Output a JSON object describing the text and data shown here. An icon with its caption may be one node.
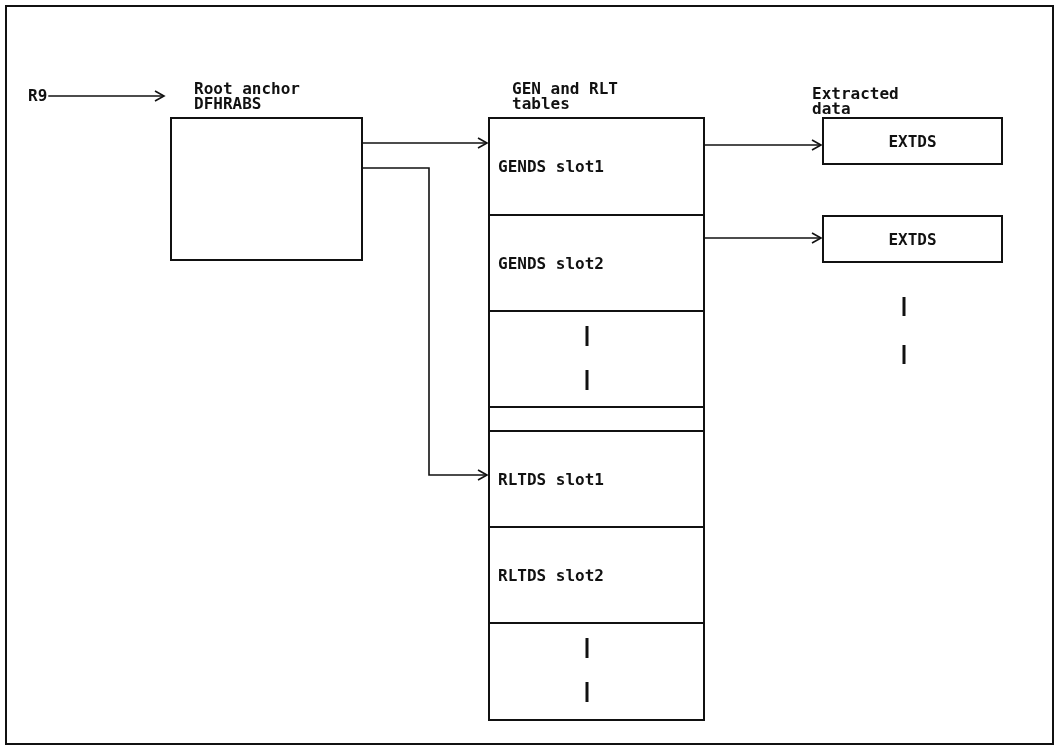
{
  "diagram": {
    "nodes": [
      {
        "text": [
          "R9"
        ]
      },
      {
        "text": [
          "Root anchor DFHRABS"
        ]
      },
      {
        "text": [
          "GEN and RLT tables"
        ]
      },
      {
        "text": [
          "GENDS slot1"
        ],
        "in": 2
      },
      {
        "text": [
          "GENDS slot2"
        ],
        "in": 2
      },
      {
        "text": [],
        "shape": "box",
        "in": 2
      },
      {
        "text": [],
        "shape": "box",
        "in": 2
      },
      {
        "text": [
          "RLTDS slot1"
        ],
        "in": 2
      },
      {
        "text": [
          "RLTDS slot2"
        ],
        "in": 2
      },
      {
        "text": [],
        "shape": "box",
        "in": 2
      },
      {
        "text": [
          "EXTDS"
        ]
      },
      {
        "text": [
          "EXTDS"
        ]
      }
    ],
    "edges": [
      {
        "from": 0,
        "to": 1,
        "arrow": "to"
      },
      {
        "from": 1,
        "to": 3,
        "arrow": "to"
      },
      {
        "from": 1,
        "to": 7,
        "arrow": "to"
      },
      {
        "from": 3,
        "to": 10,
        "arrow": "to"
      },
      {
        "from": 4,
        "to": 11,
        "arrow": "to"
      }
    ],
    "labels": [
      "Extracted data"
    ]
  }
}
